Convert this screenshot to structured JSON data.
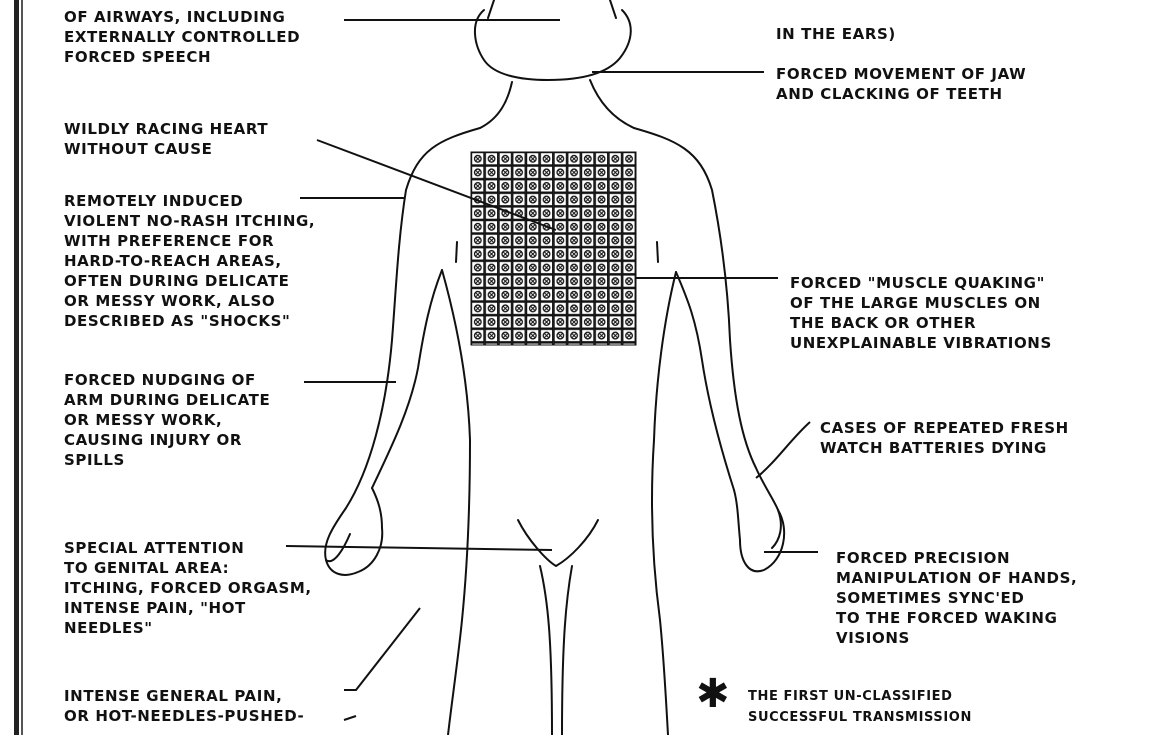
{
  "labels": {
    "airways": "OF AIRWAYS, INCLUDING\nEXTERNALLY CONTROLLED\nFORCED SPEECH",
    "ears": "IN THE EARS)",
    "jaw": "FORCED MOVEMENT OF JAW\nAND CLACKING OF TEETH",
    "heart": "WILDLY RACING HEART\nWITHOUT CAUSE",
    "itching": "REMOTELY INDUCED\nVIOLENT NO-RASH ITCHING,\nWITH PREFERENCE FOR\nHARD-TO-REACH AREAS,\nOFTEN DURING DELICATE\nOR MESSY WORK, ALSO\nDESCRIBED AS \"SHOCKS\"",
    "muscle": "FORCED \"MUSCLE QUAKING\"\nOF THE LARGE MUSCLES ON\nTHE BACK OR OTHER\nUNEXPLAINABLE VIBRATIONS",
    "nudging": "FORCED NUDGING OF\nARM DURING DELICATE\nOR MESSY WORK,\nCAUSING INJURY OR\nSPILLS",
    "watch": "CASES OF REPEATED FRESH\nWATCH BATTERIES DYING",
    "genital": "SPECIAL ATTENTION\nTO GENITAL AREA:\nITCHING, FORCED ORGASM,\nINTENSE PAIN, \"HOT\nNEEDLES\"",
    "hands": "FORCED PRECISION\nMANIPULATION OF HANDS,\nSOMETIMES SYNC'ED\nTO THE FORCED WAKING\nVISIONS",
    "general_pain": "INTENSE GENERAL PAIN,\nOR HOT-NEEDLES-PUSHED-",
    "classified": "THE FIRST UN-CLASSIFIED\nSUCCESSFUL TRANSMISSION"
  },
  "star_glyph": "✱",
  "colors": {
    "ink": "#111111",
    "paper": "#ffffff"
  }
}
